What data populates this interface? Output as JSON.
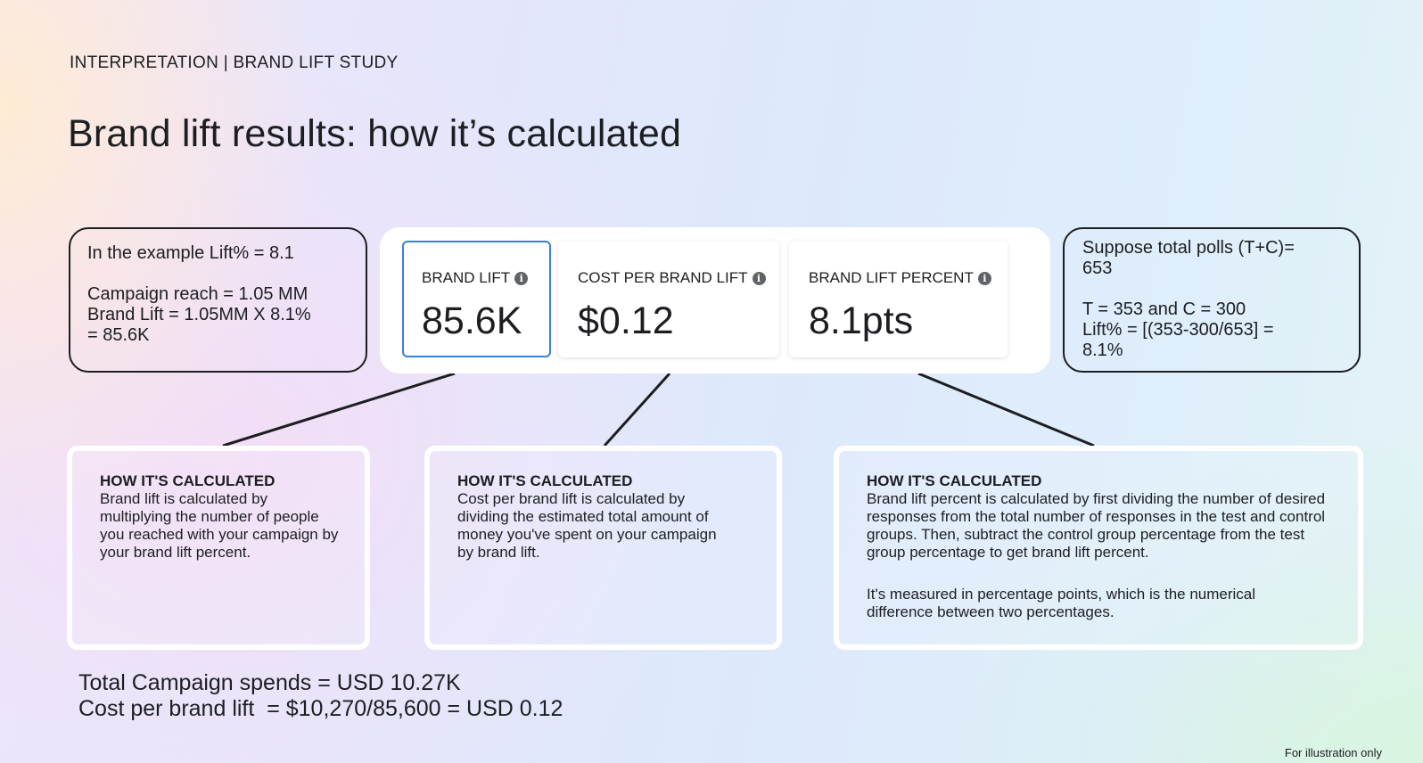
{
  "header": {
    "eyebrow": "INTERPRETATION | BRAND LIFT STUDY",
    "title": "Brand lift results: how it’s calculated"
  },
  "left_note": {
    "line1": "In the example Lift% = 8.1",
    "line2": "Campaign reach = 1.05 MM",
    "line3": "Brand Lift = 1.05MM X 8.1%",
    "line4": "= 85.6K"
  },
  "right_note": {
    "line1": "Suppose total polls (T+C)=",
    "line2": "653",
    "line3": "T = 353 and C = 300",
    "line4": "Lift% = [(353-300/653] =",
    "line5": "8.1%"
  },
  "metrics": [
    {
      "label": "BRAND LIFT",
      "value": "85.6K",
      "icon": "info-icon",
      "selected": true
    },
    {
      "label": "COST PER BRAND LIFT",
      "value": "$0.12",
      "icon": "info-icon",
      "selected": false
    },
    {
      "label": "BRAND LIFT PERCENT",
      "value": "8.1pts",
      "icon": "info-icon",
      "selected": false
    }
  ],
  "explanations": [
    {
      "heading": "HOW IT'S CALCULATED",
      "body": "Brand lift is calculated by multiplying the number of people you reached with your campaign by your brand lift percent."
    },
    {
      "heading": "HOW IT'S CALCULATED",
      "body": "Cost per brand lift is calculated by dividing the estimated total amount of money you've spent on your campaign by brand lift."
    },
    {
      "heading": "HOW IT'S CALCULATED",
      "body": "Brand lift percent is calculated by first dividing the number of desired responses from the total number of responses in the test and control groups. Then, subtract the control group percentage from the test group percentage to get brand lift percent.",
      "body2": "It's measured in percentage points, which is the numerical difference between two percentages."
    }
  ],
  "bottom_notes": {
    "line1": "Total Campaign spends = USD 10.27K",
    "line2": "Cost per brand lift  = $10,270/85,600 = USD 0.12"
  },
  "footnote": "For illustration only",
  "colors": {
    "selected_border": "#3b7ddd",
    "text": "#1c1e21",
    "connector": "#1c1e21"
  }
}
